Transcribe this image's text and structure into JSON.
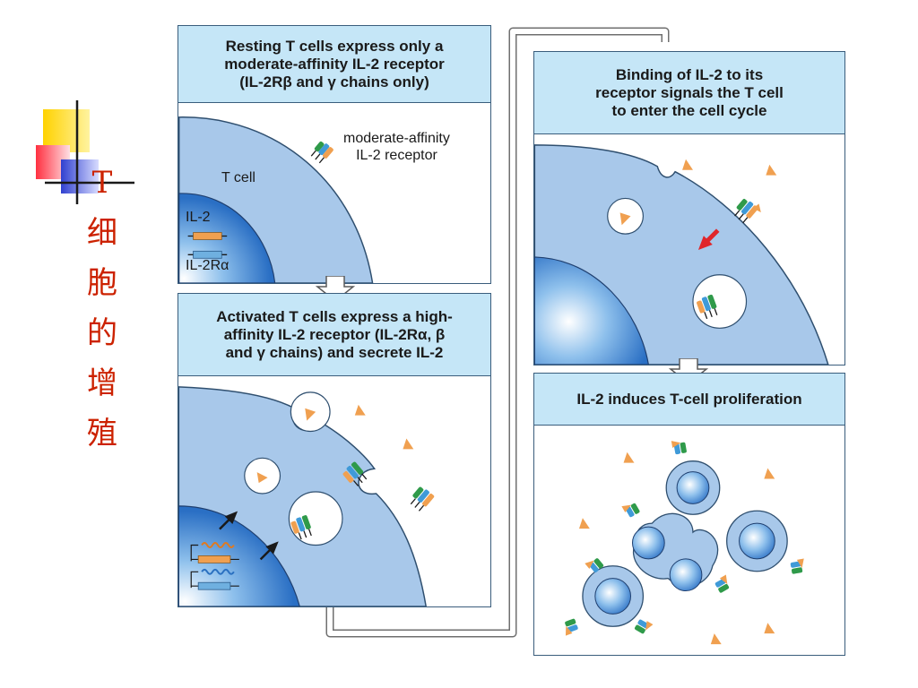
{
  "side_title": {
    "latin": "T",
    "chars": [
      "细",
      "胞",
      "的",
      "增",
      "殖"
    ]
  },
  "panels": {
    "resting": {
      "caption": [
        "Resting T cells express only a",
        "moderate-affinity IL-2 receptor",
        "(IL-2Rβ and γ chains only)"
      ],
      "labels": {
        "receptor": [
          "moderate-affinity",
          "IL-2 receptor"
        ],
        "cell": "T cell",
        "gene1": "IL-2",
        "gene2": "IL-2Rα"
      }
    },
    "activated": {
      "caption": [
        "Activated T cells express a high-",
        "affinity IL-2 receptor (IL-2Rα, β",
        "and γ chains) and secrete IL-2"
      ]
    },
    "binding": {
      "caption": [
        "Binding of IL-2 to its",
        "receptor signals the T cell",
        "to enter the cell cycle"
      ]
    },
    "proliferation": {
      "caption": [
        "IL-2 induces T-cell proliferation"
      ]
    }
  },
  "colors": {
    "cytoplasm": "#a8c8ea",
    "nucleus": "#3a7fd0",
    "caption_bg": "#c5e6f7",
    "il2": "#f0a050",
    "alpha_chain": "#f0a050",
    "beta_chain": "#3f9ad8",
    "gamma_chain": "#2f9a4a",
    "signal_arrow": "#e0262b",
    "side_title": "#cc2200"
  },
  "icons": [
    "receptor-icon",
    "il2-molecule-icon",
    "flow-arrow-icon",
    "signal-arrow-icon"
  ]
}
